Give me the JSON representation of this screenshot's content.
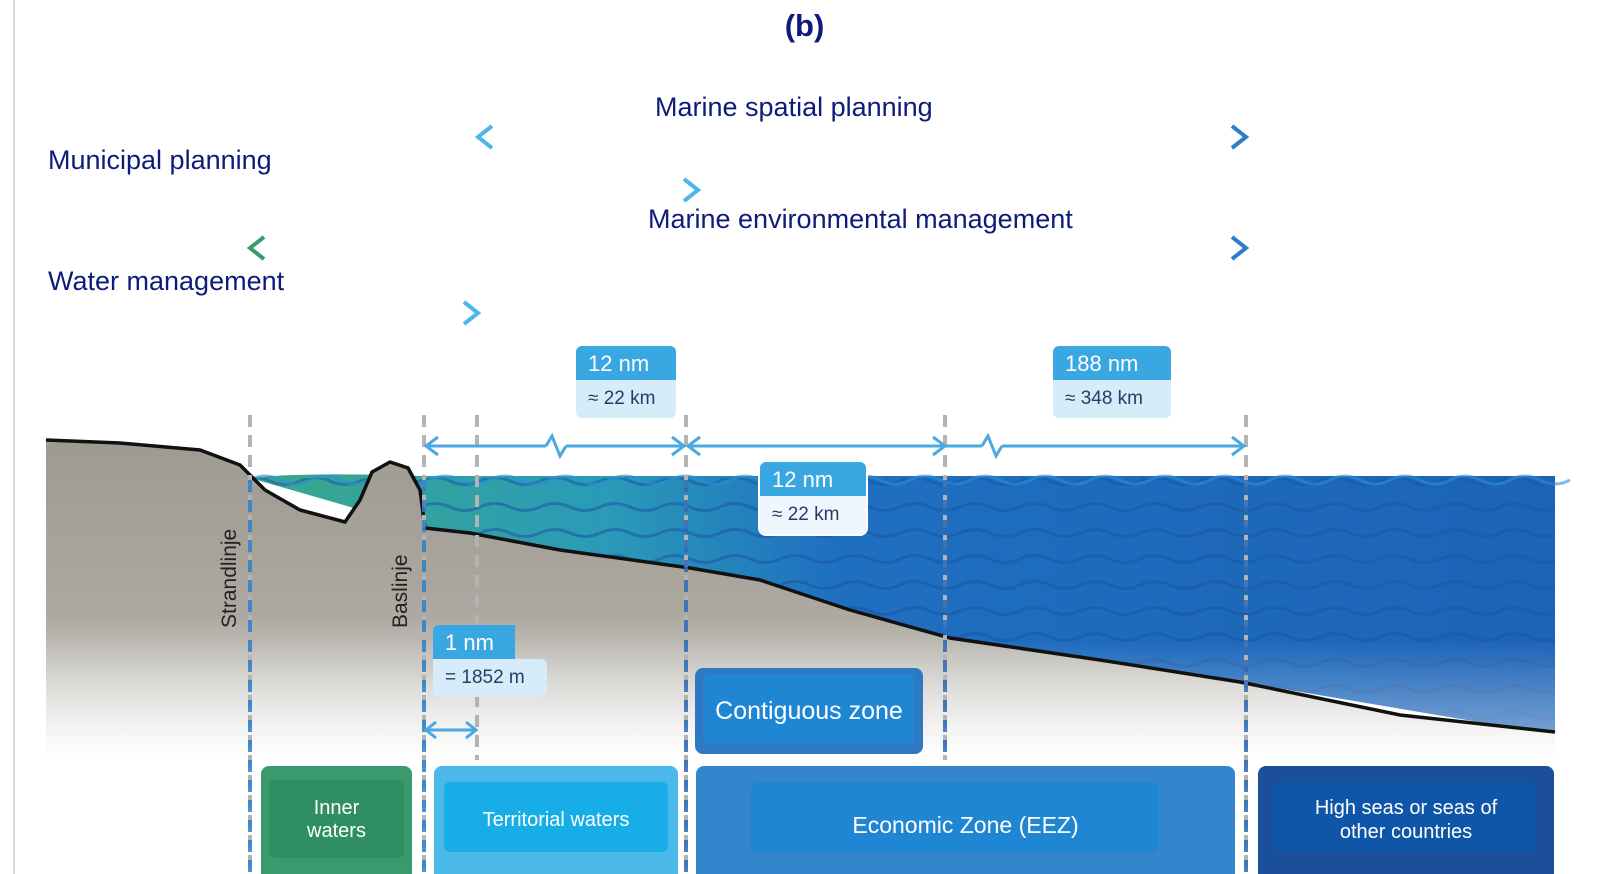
{
  "panel_label": "(b)",
  "management_bars": {
    "marine_spatial": "Marine spatial planning",
    "municipal": "Municipal planning",
    "marine_environmental": "Marine environmental management",
    "water_management": "Water management"
  },
  "boundary_labels": {
    "shoreline": "Strandlinje",
    "baseline": "Baslinje"
  },
  "distances": {
    "territorial_nm": "12 nm",
    "territorial_km": "≈ 22 km",
    "eez_nm": "188 nm",
    "eez_km": "≈ 348 km",
    "contiguous_nm": "12 nm",
    "contiguous_km": "≈ 22 km",
    "water_nm": "1 nm",
    "water_m": "= 1852 m"
  },
  "zones": {
    "inner_waters": "Inner waters",
    "territorial_waters": "Territorial waters",
    "contiguous_zone": "Contiguous zone",
    "eez": "Economic Zone (EEZ)",
    "high_seas": "High seas or seas of other countries"
  },
  "colors": {
    "title_text": "#0d1b7a",
    "green": "#3a9a6e",
    "light_blue": "#4bb8ea",
    "mid_blue": "#2f7fc8",
    "deep_blue": "#1c4f9a",
    "sea_light": "#2f86cf",
    "sea_dark": "#1d5fb0"
  }
}
